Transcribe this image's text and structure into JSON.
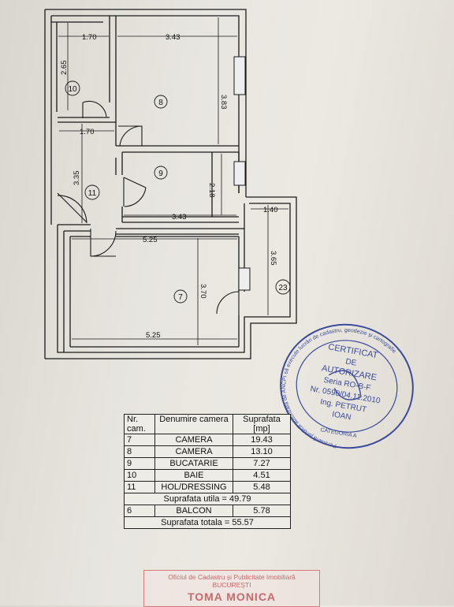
{
  "rooms": {
    "r10": "10",
    "r8": "8",
    "r9": "9",
    "r11": "11",
    "r7": "7",
    "r23": "23"
  },
  "dimensions": {
    "d1_70_top": "1.70",
    "d3_43_top": "3.43",
    "d2_65": "2.65",
    "d3_83": "3.83",
    "d1_70_mid": "1.70",
    "d3_35": "3.35",
    "d2_18": "2.18",
    "d3_43_mid": "3.43",
    "d1_40": "1.40",
    "d5_25_top": "5.25",
    "d3_65": "3.65",
    "d3_70": "3.70",
    "d5_25_bottom": "5.25"
  },
  "stamp": {
    "line1": "CERTIFICAT",
    "line2": "DE",
    "line3": "AUTORIZARE",
    "line4": "Seria RO-B-F",
    "line5": "Nr. 0590/04.11.2010",
    "line6": "Ing. PETRUT",
    "line7": "IOAN",
    "ring_text": "Persoană juridică autorizată de ANCPI să execute lucrări de cadastru, geodezie și cartografie",
    "category": "CATEGORIA A"
  },
  "table": {
    "header": {
      "nr": "Nr. cam.",
      "name": "Denumire camera",
      "area": "Suprafata [mp]"
    },
    "rows": [
      {
        "nr": "7",
        "name": "CAMERA",
        "area": "19.43"
      },
      {
        "nr": "8",
        "name": "CAMERA",
        "area": "13.10"
      },
      {
        "nr": "9",
        "name": "BUCATARIE",
        "area": "7.27"
      },
      {
        "nr": "10",
        "name": "BAIE",
        "area": "4.51"
      },
      {
        "nr": "11",
        "name": "HOL/DRESSING",
        "area": "5.48"
      }
    ],
    "useful_label": "Suprafata utila = 49.79",
    "balcony": {
      "nr": "6",
      "name": "BALCON",
      "area": "5.78"
    },
    "total_label": "Suprafata totala = 55.57"
  },
  "footer_stamp": {
    "line1": "Oficiul de Cadastru și Publicitate Imobiliară",
    "line2": "BUCUREȘTI",
    "line3": "TOMA MONICA"
  },
  "colors": {
    "ink": "#111111",
    "stamp_blue": "#3b4a9a",
    "stamp_red": "#c86a6c"
  }
}
